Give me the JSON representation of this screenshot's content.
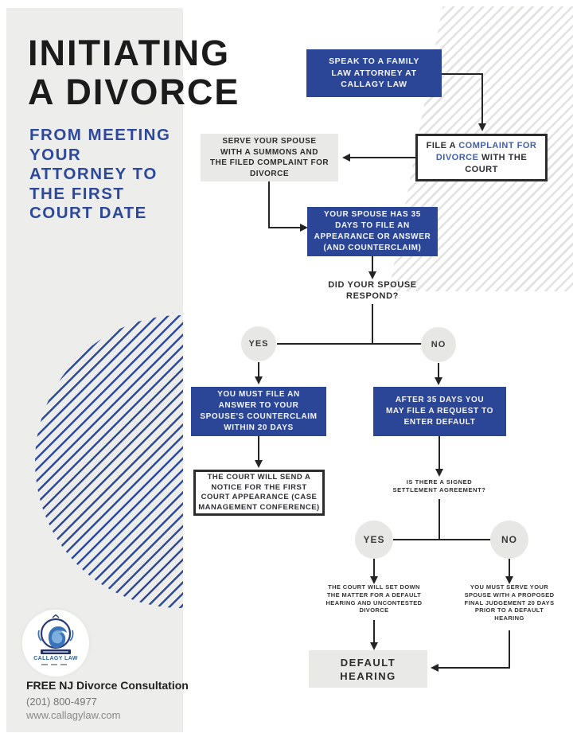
{
  "colors": {
    "brand_blue": "#2b4696",
    "subtitle_blue": "#2d4899",
    "highlight_blue": "#3f5fae",
    "dark_text": "#2d2d2d",
    "panel_gray": "#ededeb",
    "box_gray": "#e9e9e7"
  },
  "header": {
    "title": "INITIATING\nA DIVORCE",
    "subtitle": "FROM MEETING\nYOUR\nATTORNEY TO\nTHE FIRST\nCOURT DATE"
  },
  "flow": {
    "speak": "SPEAK TO A FAMILY\nLAW ATTORNEY AT\nCALLAGY LAW",
    "complaint_pre": "FILE A ",
    "complaint_highlight": "COMPLAINT FOR DIVORCE",
    "complaint_post": " WITH THE COURT",
    "serve": "SERVE YOUR SPOUSE\nWITH A SUMMONS AND\nTHE FILED COMPLAINT FOR\nDIVORCE",
    "spouse_35": "YOUR SPOUSE HAS 35\nDAYS TO FILE AN\nAPPEARANCE OR ANSWER\n(AND COUNTERCLAIM)",
    "q_respond": "DID YOUR SPOUSE\nRESPOND?",
    "respond_yes": "YES",
    "respond_no": "NO",
    "answer": "YOU MUST FILE AN\nANSWER TO YOUR\nSPOUSE'S COUNTERCLAIM\nWITHIN 20 DAYS",
    "notice": "THE COURT WILL SEND A\nNOTICE FOR THE FIRST\nCOURT APPEARANCE (CASE\nMANAGEMENT CONFERENCE)",
    "request_default": "AFTER 35 DAYS YOU\nMAY FILE A REQUEST TO\nENTER DEFAULT",
    "q_settlement": "IS THERE A SIGNED\nSETTLEMENT AGREEMENT?",
    "settlement_yes": "YES",
    "settlement_no": "NO",
    "set_down": "THE COURT WILL SET DOWN\nTHE MATTER FOR A DEFAULT\nHEARING AND UNCONTESTED\nDIVORCE",
    "serve_judgement": "YOU MUST SERVE YOUR\nSPOUSE WITH A PROPOSED\nFINAL JUDGEMENT 20 DAYS\nPRIOR TO A DEFAULT\nHEARING",
    "default_hearing": "DEFAULT\nHEARING"
  },
  "footer": {
    "logo_text": "CALLAGY LAW",
    "consultation": "FREE NJ Divorce Consultation",
    "phone": "(201) 800-4977",
    "website": "www.callagylaw.com"
  }
}
